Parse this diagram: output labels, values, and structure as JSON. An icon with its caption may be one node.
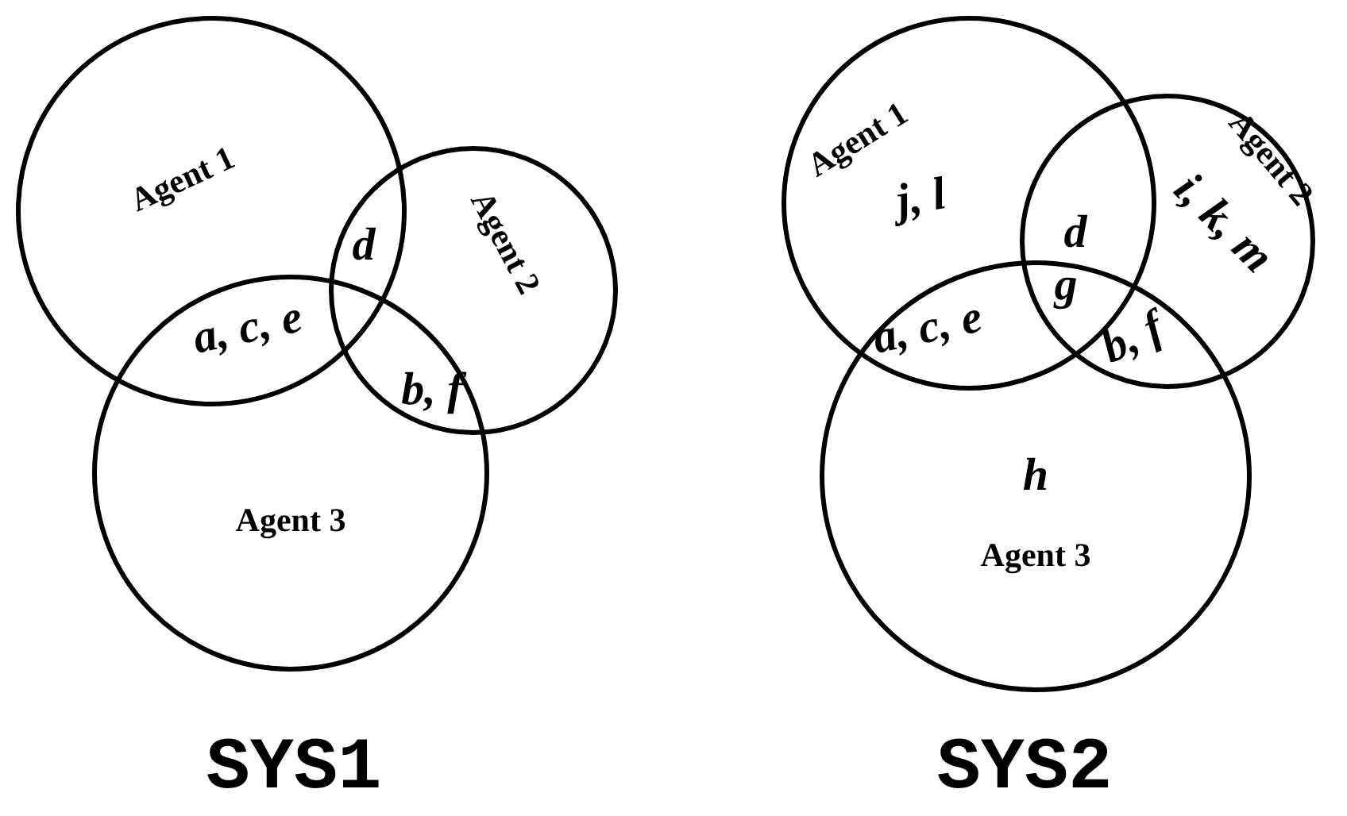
{
  "diagram": {
    "nodes": [
      {
        "text": [
          "Agent 1"
        ]
      },
      {
        "text": [
          "Agent 2"
        ]
      },
      {
        "text": [
          "Agent 3"
        ]
      },
      {
        "text": [
          "Agent 1",
          "j, l"
        ]
      },
      {
        "text": [
          "Agent 2",
          "i, k, m"
        ]
      },
      {
        "text": [
          "h",
          "Agent 3"
        ]
      }
    ],
    "edges": [],
    "labels": [
      "d",
      "a, c, e",
      "b, f",
      "d",
      "g",
      "a, c, e",
      "b, f",
      "SYS1",
      "SYS2"
    ]
  }
}
